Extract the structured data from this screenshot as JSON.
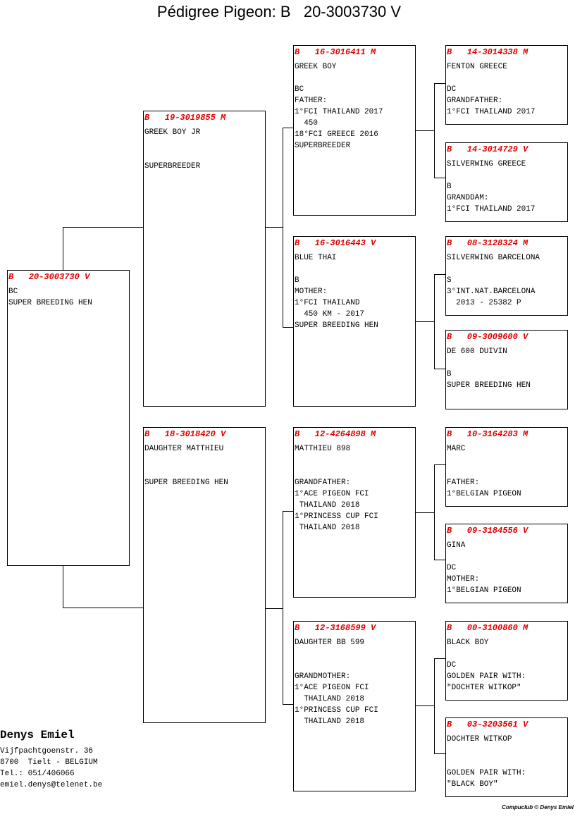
{
  "title": "Pédigree Pigeon: B   20-3003730 V",
  "subject": {
    "header": "B   20-3003730 V",
    "lines": [
      "BC",
      "SUPER BREEDING HEN"
    ]
  },
  "father": {
    "header": "B   19-3019855 M",
    "lines": [
      "GREEK BOY JR",
      "",
      "",
      "SUPERBREEDER"
    ]
  },
  "mother": {
    "header": "B   18-3018420 V",
    "lines": [
      "DAUGHTER MATTHIEU",
      "",
      "",
      "SUPER BREEDING HEN"
    ]
  },
  "ff": {
    "header": "B   16-3016411 M",
    "lines": [
      "GREEK BOY",
      "",
      "BC",
      "FATHER:",
      "1°FCI THAILAND 2017",
      "  450",
      "18°FCI GREECE 2016",
      "SUPERBREEDER"
    ]
  },
  "fm": {
    "header": "B   16-3016443 V",
    "lines": [
      "BLUE THAI",
      "",
      "B",
      "MOTHER:",
      "1°FCI THAILAND",
      "  450 KM - 2017",
      "SUPER BREEDING HEN"
    ]
  },
  "mf": {
    "header": "B   12-4264898 M",
    "lines": [
      "MATTHIEU 898",
      "",
      "",
      "GRANDFATHER:",
      "1°ACE PIGEON FCI",
      " THAILAND 2018",
      "1°PRINCESS CUP FCI",
      " THAILAND 2018"
    ]
  },
  "mm": {
    "header": "B   12-3168599 V",
    "lines": [
      "DAUGHTER BB 599",
      "",
      "",
      "GRANDMOTHER:",
      "1°ACE PIGEON FCI",
      "  THAILAND 2018",
      "1°PRINCESS CUP FCI",
      "  THAILAND 2018"
    ]
  },
  "fff": {
    "header": "B   14-3014338 M",
    "lines": [
      "FENTON GREECE",
      "",
      "DC",
      "GRANDFATHER:",
      "1°FCI THAILAND 2017"
    ]
  },
  "ffm": {
    "header": "B   14-3014729 V",
    "lines": [
      "SILVERWING GREECE",
      "",
      "B",
      "GRANDDAM:",
      "1°FCI THAILAND 2017"
    ]
  },
  "fmf": {
    "header": "B   08-3128324 M",
    "lines": [
      "SILVERWING BARCELONA",
      "",
      "S",
      "3°INT.NAT.BARCELONA",
      "  2013 - 25382 P"
    ]
  },
  "fmm": {
    "header": "B   09-3009600 V",
    "lines": [
      "DE 600 DUIVIN",
      "",
      "B",
      "SUPER BREEDING HEN"
    ]
  },
  "mff": {
    "header": "B   10-3164283 M",
    "lines": [
      "MARC",
      "",
      "",
      "FATHER:",
      "1°BELGIAN PIGEON"
    ]
  },
  "mfm": {
    "header": "B   09-3184556 V",
    "lines": [
      "GINA",
      "",
      "DC",
      "MOTHER:",
      "1°BELGIAN PIGEON"
    ]
  },
  "mmf": {
    "header": "B   00-3100860 M",
    "lines": [
      "BLACK BOY",
      "",
      "DC",
      "GOLDEN PAIR WITH:",
      "\"DOCHTER WITKOP\""
    ]
  },
  "mmm": {
    "header": "B   03-3203561 V",
    "lines": [
      "DOCHTER WITKOP",
      "",
      "",
      "GOLDEN PAIR WITH:",
      "\"BLACK BOY\""
    ]
  },
  "breeder": {
    "name": "Denys Emiel",
    "address": "Vijfpachtgoenstr. 36",
    "city": "8700  Tielt - BELGIUM",
    "tel": "Tel.: 051/406066",
    "email": "emiel.denys@telenet.be"
  },
  "credit": "Compuclub © Denys Emiel"
}
